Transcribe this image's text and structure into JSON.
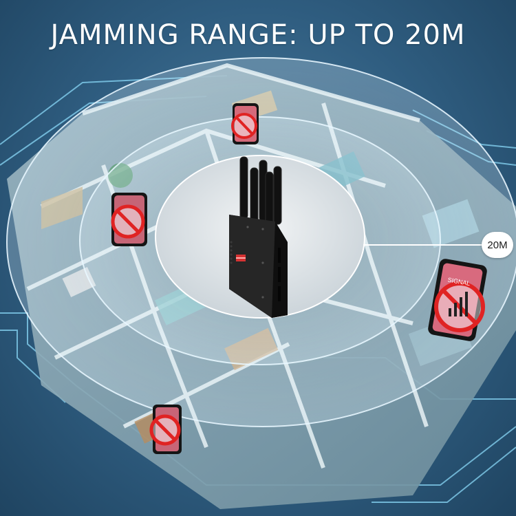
{
  "headline": "JAMMING RANGE: UP TO 20M",
  "range_label": "20M",
  "phone_signal_text": "SIGNAL",
  "icons": [
    "jammer-device",
    "phone-no-signal-icon"
  ],
  "colors": {
    "background": "#2f5d80",
    "range_rings": "#d7eef8",
    "prohibit_red": "#e02323",
    "device_body": "#1c1c1c"
  }
}
